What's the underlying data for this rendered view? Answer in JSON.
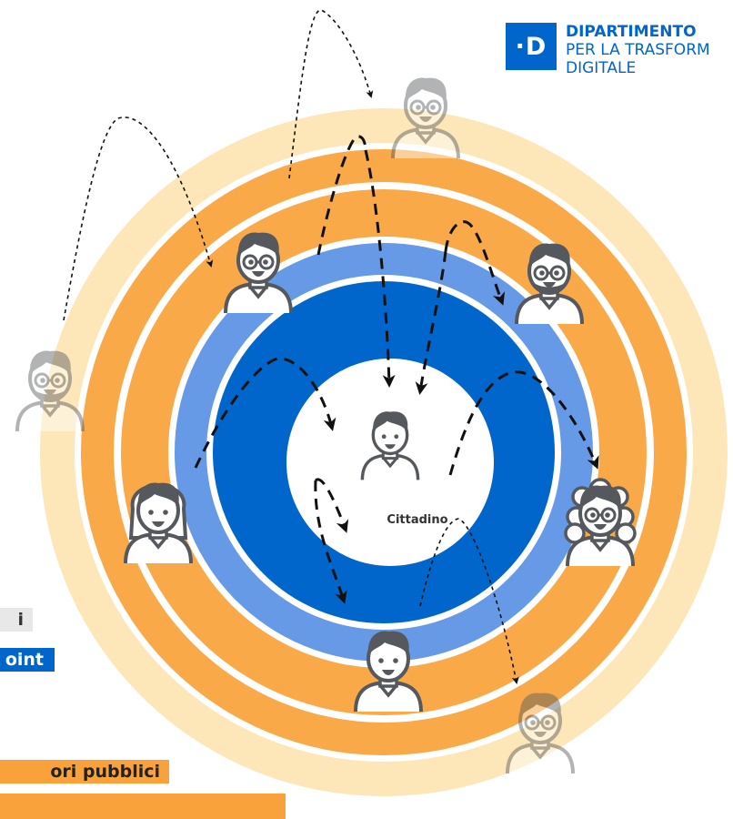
{
  "logo": {
    "mark": "·D",
    "line1": "DIPARTIMENTO",
    "line2": "PER LA TRASFORM",
    "line3": "DIGITALE"
  },
  "center_label": "Cittadino",
  "side_tags": {
    "gray": "i",
    "blue": "oint",
    "orange": "ori pubblici"
  },
  "colors": {
    "ring_outer": "#fde6b8",
    "ring_orange": "#f9a948",
    "ring_lightblue": "#6699e6",
    "core_blue": "#0066cc",
    "brand_blue": "#0066cc"
  }
}
